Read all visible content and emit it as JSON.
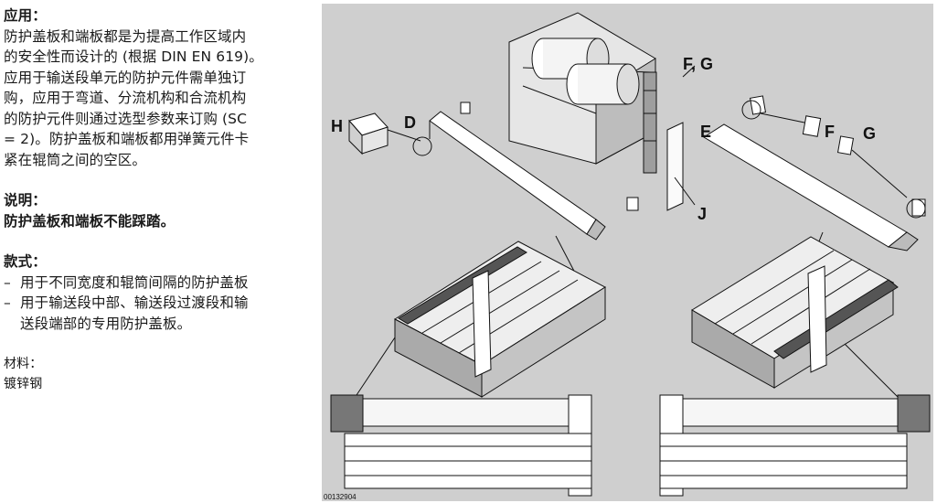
{
  "application": {
    "heading": "应用：",
    "lines": [
      "防护盖板和端板都是为提高工作区域内",
      "的安全性而设计的 (根据 DIN EN 619)。",
      "应用于输送段单元的防护元件需单独订",
      "购，应用于弯道、分流机构和合流机构",
      "的防护元件则通过选型参数来订购 (SC",
      "= 2)。防护盖板和端板都用弹簧元件卡",
      "紧在辊筒之间的空区。"
    ]
  },
  "note": {
    "heading": "说明：",
    "text": "防护盖板和端板不能踩踏。"
  },
  "variants": {
    "heading": "款式：",
    "dash": "–",
    "items": [
      [
        "用于不同宽度和辊筒间隔的防护盖板"
      ],
      [
        "用于输送段中部、输送段过渡段和输",
        "送段端部的专用防护盖板。"
      ]
    ]
  },
  "material": {
    "label": "材料：",
    "value": "镀锌钢"
  },
  "figure": {
    "callouts": {
      "fg": "F, G",
      "h": "H",
      "d": "D",
      "e": "E",
      "f": "F",
      "g": "G",
      "j": "J"
    },
    "figure_number": "00132904"
  }
}
